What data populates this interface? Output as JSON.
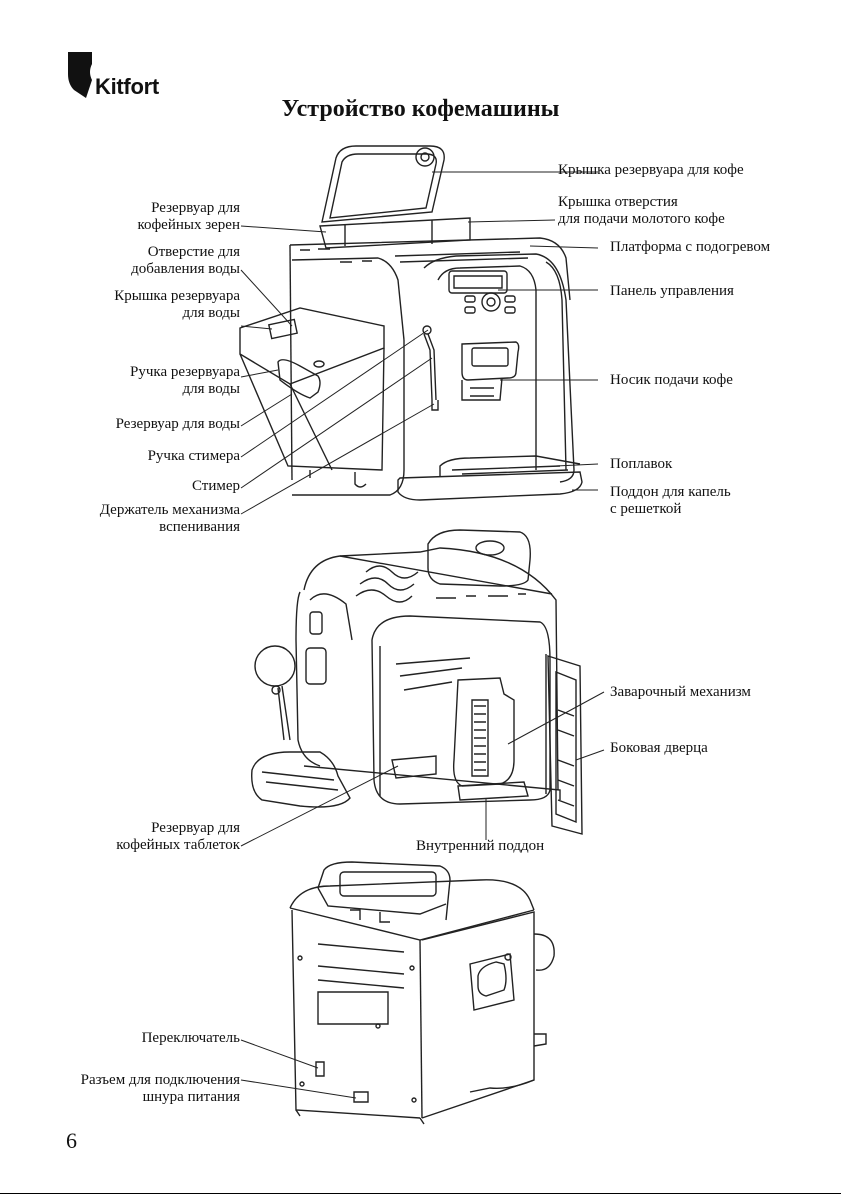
{
  "brand": {
    "name": "Kitfort"
  },
  "title": "Устройство кофемашины",
  "page_number": "6",
  "figure1": {
    "left_labels": [
      {
        "lines": [
          "Резервуар для",
          "кофейных зерен"
        ]
      },
      {
        "lines": [
          "Отверстие для",
          "добавления воды"
        ]
      },
      {
        "lines": [
          "Крышка резервуара",
          "для воды"
        ]
      },
      {
        "lines": [
          "Ручка резервуара",
          "для воды"
        ]
      },
      {
        "lines": [
          "Резервуар для воды"
        ]
      },
      {
        "lines": [
          "Ручка стимера"
        ]
      },
      {
        "lines": [
          "Стимер"
        ]
      },
      {
        "lines": [
          "Держатель механизма",
          "вспенивания"
        ]
      }
    ],
    "right_labels": [
      {
        "lines": [
          "Крышка резервуара для кофе"
        ]
      },
      {
        "lines": [
          "Крышка отверстия",
          "для подачи молотого кофе"
        ]
      },
      {
        "lines": [
          "Платформа с подогревом"
        ]
      },
      {
        "lines": [
          "Панель управления"
        ]
      },
      {
        "lines": [
          "Носик подачи кофе"
        ]
      },
      {
        "lines": [
          "Поплавок"
        ]
      },
      {
        "lines": [
          "Поддон для капель",
          "с решеткой"
        ]
      }
    ]
  },
  "figure2": {
    "right_labels": [
      {
        "lines": [
          "Заварочный механизм"
        ]
      },
      {
        "lines": [
          "Боковая дверца"
        ]
      }
    ],
    "left_labels": [
      {
        "lines": [
          "Резервуар для",
          "кофейных таблеток"
        ]
      }
    ],
    "bottom_label": {
      "lines": [
        "Внутренний поддон"
      ]
    }
  },
  "figure3": {
    "left_labels": [
      {
        "lines": [
          "Переключатель"
        ]
      },
      {
        "lines": [
          "Разъем для подключения",
          "шнура питания"
        ]
      }
    ]
  }
}
